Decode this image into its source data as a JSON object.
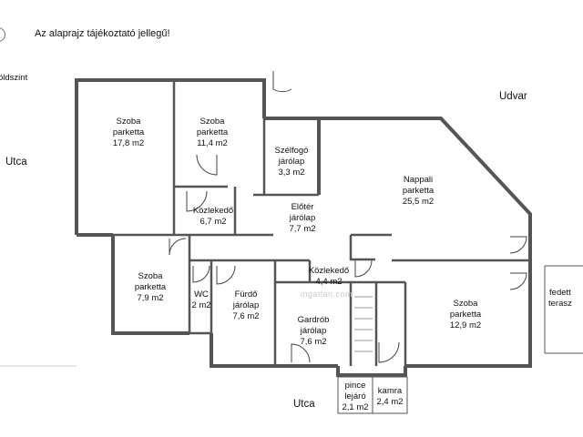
{
  "note": "Az alaprajz tájékoztató jellegű!",
  "floor_label": "öldszint",
  "outside": {
    "udvar": "Udvar",
    "utca_left": "Utca",
    "utca_bottom": "Utca",
    "terrace_line1": "fedett",
    "terrace_line2": "terasz"
  },
  "watermark": "ingatlan.com",
  "rooms": [
    {
      "id": "szoba1",
      "name": "Szoba",
      "floor": "parketta",
      "area": "17,8 m2"
    },
    {
      "id": "szoba2",
      "name": "Szoba",
      "floor": "parketta",
      "area": "11,4 m2"
    },
    {
      "id": "szelfogo",
      "name": "Szélfogó",
      "floor": "járólap",
      "area": "3,3 m2"
    },
    {
      "id": "nappali",
      "name": "Nappali",
      "floor": "parketta",
      "area": "25,5 m2"
    },
    {
      "id": "kozlekedo1",
      "name": "Közlekedő",
      "floor": "",
      "area": "6,7 m2"
    },
    {
      "id": "eloter",
      "name": "Előtér",
      "floor": "járólap",
      "area": "7,7 m2"
    },
    {
      "id": "szoba3",
      "name": "Szoba",
      "floor": "parketta",
      "area": "7,9 m2"
    },
    {
      "id": "kozlekedo2",
      "name": "Közlekedő",
      "floor": "",
      "area": "4,4 m2"
    },
    {
      "id": "wc",
      "name": "WC",
      "floor": "",
      "area": "2 m2"
    },
    {
      "id": "furdo",
      "name": "Fürdő",
      "floor": "járólap",
      "area": "7,6 m2"
    },
    {
      "id": "gardrob",
      "name": "Gardrób",
      "floor": "járólap",
      "area": "7,6 m2"
    },
    {
      "id": "szoba4",
      "name": "Szoba",
      "floor": "parketta",
      "area": "12,9 m2"
    },
    {
      "id": "pince",
      "name": "pince",
      "floor": "lejáró",
      "area": "2,1 m2"
    },
    {
      "id": "kamra",
      "name": "kamra",
      "floor": "",
      "area": "2,4 m2"
    }
  ]
}
